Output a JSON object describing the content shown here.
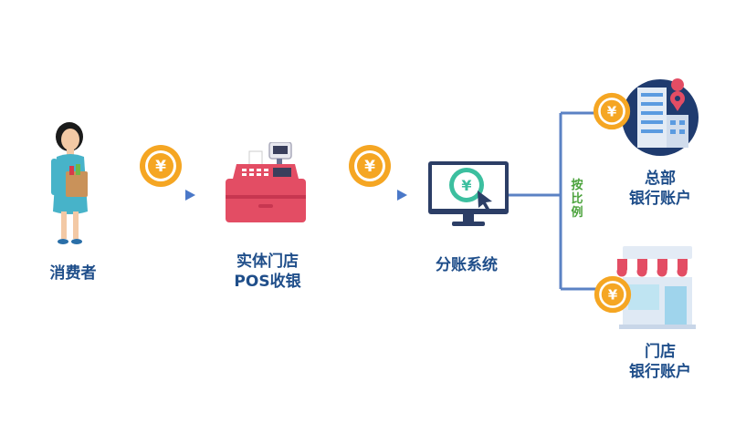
{
  "nodes": {
    "consumer": {
      "label": "消费者"
    },
    "store_pos": {
      "line1": "实体门店",
      "line2": "POS收银"
    },
    "split_system": {
      "label": "分账系统"
    },
    "hq_account": {
      "line1": "总部",
      "line2": "银行账户"
    },
    "store_account": {
      "line1": "门店",
      "line2": "银行账户"
    }
  },
  "connector": {
    "ratio_label": "按比例"
  },
  "coin_symbol": "¥",
  "colors": {
    "accent_blue": "#1f4e8a",
    "arrow_blue": "#4a78c8",
    "coin_gold": "#f5a623",
    "ratio_green": "#4aa23b"
  }
}
